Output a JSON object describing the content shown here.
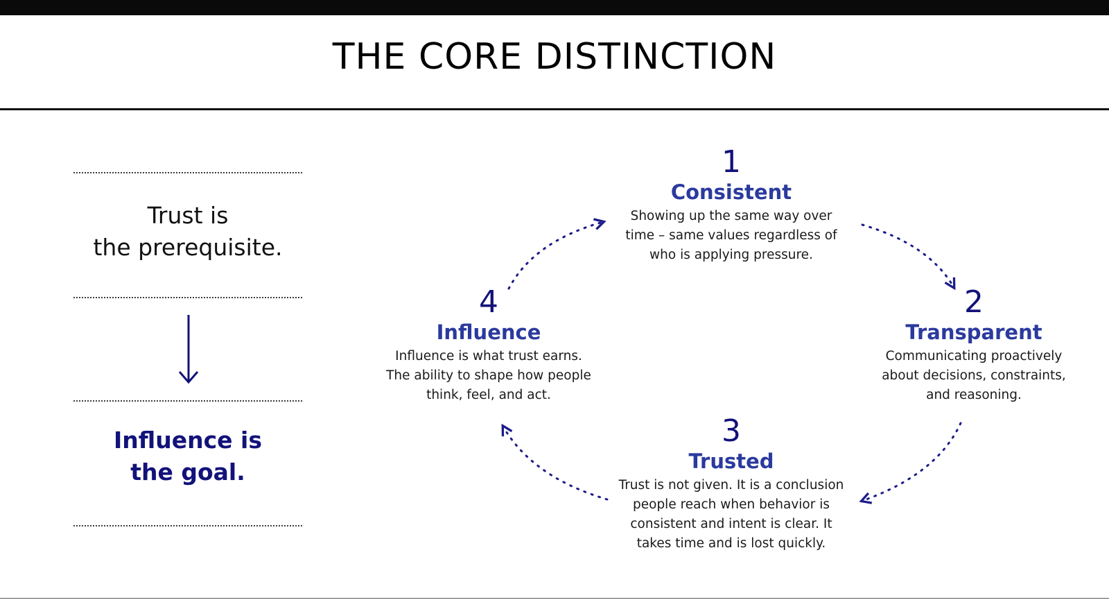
{
  "header": {
    "title": "THE CORE DISTINCTION"
  },
  "left": {
    "prerequisite_line1": "Trust is",
    "prerequisite_line2": "the prerequisite.",
    "goal_line1": "Influence is",
    "goal_line2": "the goal."
  },
  "cycle": {
    "steps": [
      {
        "number": "1",
        "title": "Consistent",
        "lines": [
          "Showing up the same way over",
          "time – same values regardless of",
          "who is applying pressure."
        ]
      },
      {
        "number": "2",
        "title": "Transparent",
        "lines": [
          "Communicating proactively",
          "about decisions, constraints,",
          "and reasoning."
        ]
      },
      {
        "number": "3",
        "title": "Trusted",
        "lines": [
          "Trust is not given. It is a conclusion",
          "people reach when behavior is",
          "consistent and intent is clear. It",
          "takes time and is lost quickly."
        ]
      },
      {
        "number": "4",
        "title": "Influence",
        "lines": [
          "Influence is what trust earns.",
          "The ability to shape how people",
          "think, feel, and act."
        ]
      }
    ]
  },
  "colors": {
    "navy": "#12127a",
    "step_title_blue": "#2b3a9e",
    "arrow": "#1c1c8a"
  }
}
